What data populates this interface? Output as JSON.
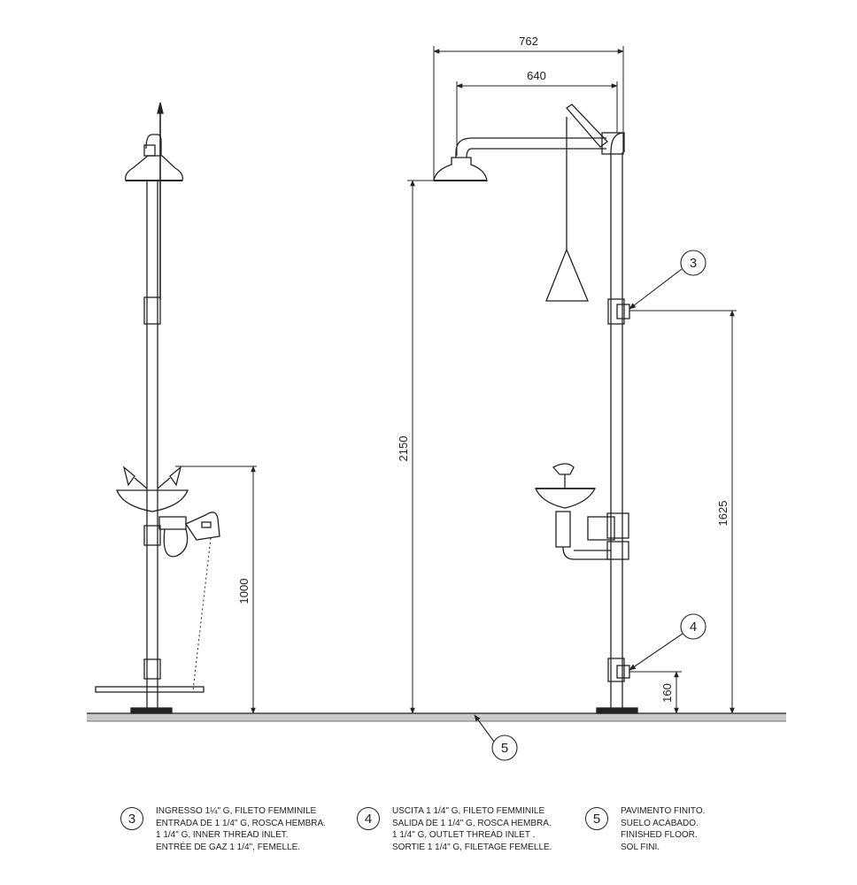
{
  "dimensions": {
    "top_outer_width": "762",
    "top_inner_width": "640",
    "total_height": "2150",
    "left_bowl_height": "1000",
    "side_inlet_height": "1625",
    "bottom_inlet_height": "160"
  },
  "callouts": {
    "c3": "3",
    "c4": "4",
    "c5": "5"
  },
  "legend": [
    {
      "number": "3",
      "lines": [
        "INGRESSO 1¼\" G, FILETO FEMMINILE",
        "ENTRADA DE 1 1/4\" G, ROSCA HEMBRA.",
        "1 1/4\" G, INNER THREAD INLET.",
        "ENTRÉE DE GAZ 1 1/4\", FEMELLE."
      ]
    },
    {
      "number": "4",
      "lines": [
        "USCITA 1 1/4\" G, FILETO FEMMINILE",
        "SALIDA DE 1 1/4\" G, ROSCA HEMBRA.",
        "1 1/4\" G, OUTLET THREAD INLET .",
        "SORTIE 1 1/4\" G, FILETAGE FEMELLE."
      ]
    },
    {
      "number": "5",
      "lines": [
        "PAVIMENTO FINITO.",
        "SUELO ACABADO.",
        "FINISHED FLOOR.",
        "SOL FINI."
      ]
    }
  ],
  "colors": {
    "line": "#222222",
    "floor": "#c8c8c8"
  }
}
